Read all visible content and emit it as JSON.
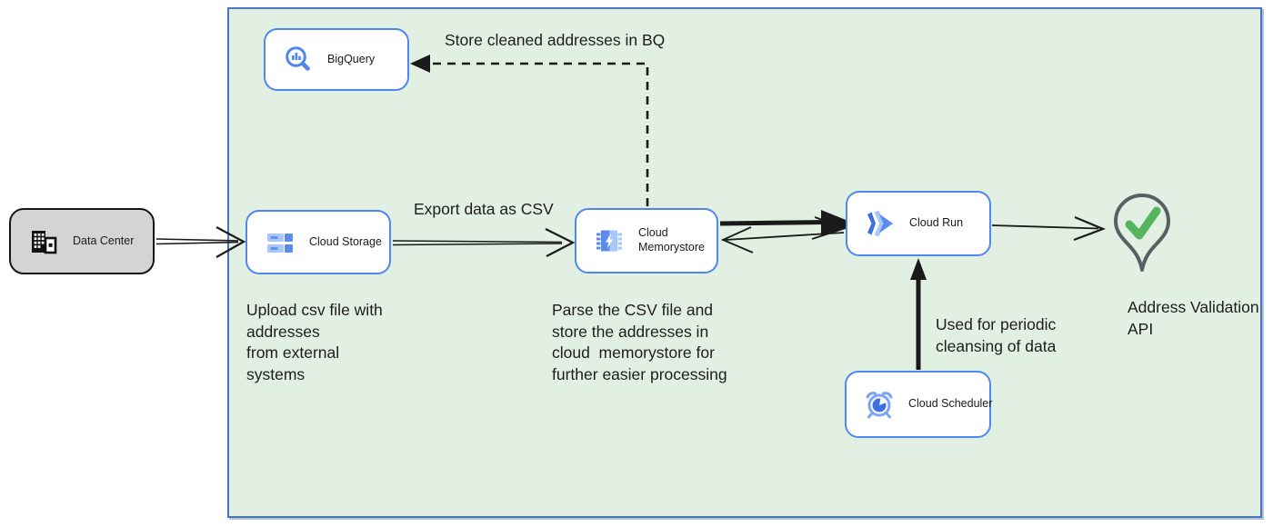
{
  "nodes": {
    "data_center": {
      "label": "Data Center"
    },
    "bigquery": {
      "label": "BigQuery"
    },
    "cloud_storage": {
      "label": "Cloud Storage"
    },
    "cloud_memorystore": {
      "label": "Cloud Memorystore"
    },
    "cloud_run": {
      "label": "Cloud Run"
    },
    "cloud_scheduler": {
      "label": "Cloud Scheduler"
    },
    "address_validation_api": {
      "label": "Address Validation API"
    }
  },
  "annotations": {
    "store_bq": "Store cleaned addresses in BQ",
    "export_csv": "Export data as CSV",
    "upload_note": "Upload csv file with\naddresses\nfrom external\nsystems",
    "parse_note": "Parse the CSV file and\nstore the addresses in\ncloud  memorystore for\nfurther easier processing",
    "scheduler_note": "Used for periodic\ncleansing of data"
  },
  "colors": {
    "container_fill": "#e2f0e4",
    "container_border": "#4677b8",
    "node_border": "#4e87ee",
    "icon_blue": "#5c8bee",
    "icon_blue_dark": "#3d6fe0",
    "icon_blue_light": "#a8c7fa",
    "pin_gray": "#5a5f63",
    "check_green": "#57b45e",
    "arrow_black": "#1a1a1a"
  }
}
